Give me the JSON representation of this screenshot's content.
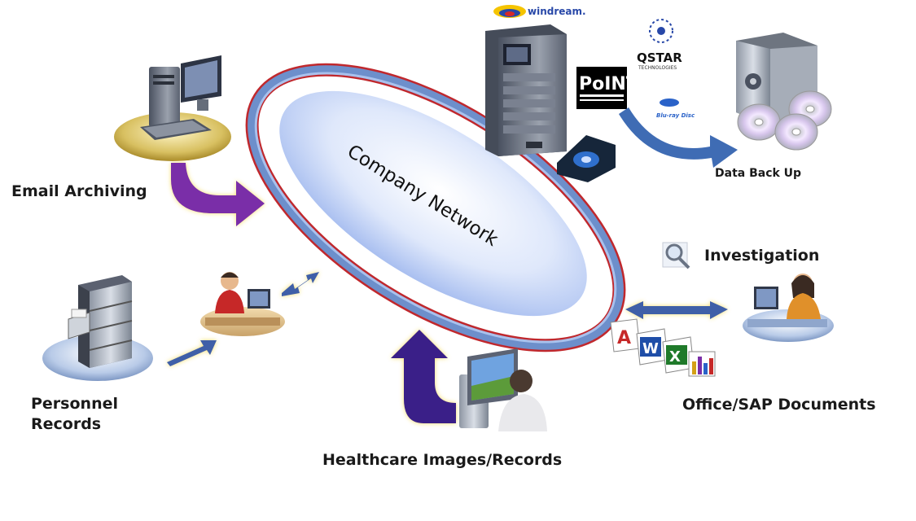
{
  "hub": {
    "label": "Company Network"
  },
  "nodes": {
    "email": {
      "label": "Email Archiving",
      "icon": "desktop-computer-icon"
    },
    "personnel": {
      "label_line1": "Personnel",
      "label_line2": "Records",
      "icon": "filing-cabinet-icon"
    },
    "healthcare": {
      "label": "Healthcare Images/Records",
      "icon": "workstation-user-icon"
    },
    "office": {
      "label": "Office/SAP Documents",
      "icon": "office-file-icons"
    },
    "investigation": {
      "label": "Investigation",
      "icon": "magnifier-icon"
    },
    "backup": {
      "label": "Data Back Up",
      "icon": "vault-discs-icon"
    }
  },
  "logos": {
    "windream": "windream.",
    "qstar": "QSTAR",
    "qstar_sub": "TECHNOLOGIES",
    "point": "PoINT",
    "bluray": "Blu-ray Disc"
  },
  "colors": {
    "ring_outer": "#c0282d",
    "ring_inner": "#6d8fcb",
    "arrow_purple": "#7a2ea8",
    "arrow_navy": "#3a1f88",
    "arrow_blue": "#3f5fa8",
    "arrow_glow": "#f3d54a"
  }
}
